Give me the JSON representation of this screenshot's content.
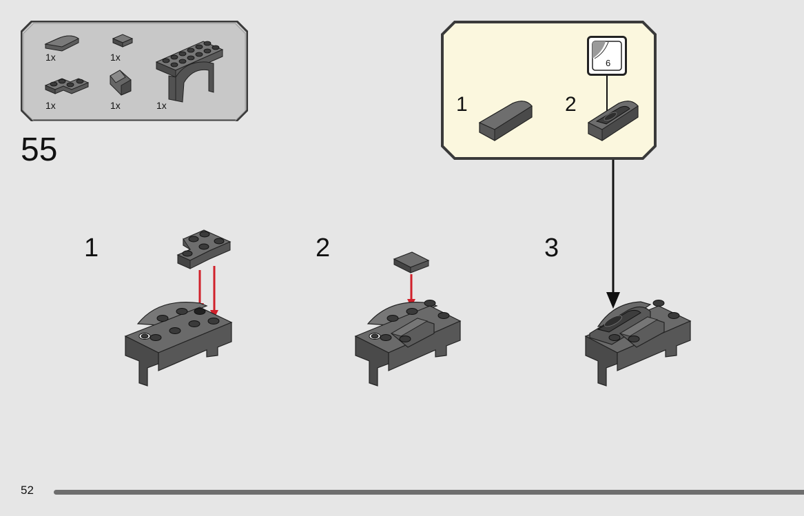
{
  "colors": {
    "page_bg": "#e6e6e6",
    "parts_panel_bg": "#c8c8c8",
    "sub_panel_bg": "#fbf7de",
    "panel_border": "#3a3a3a",
    "brick_dark_gray": "#5a5a5a",
    "arrow_red": "#d0202a",
    "arrow_black": "#111111"
  },
  "step": {
    "number": "55"
  },
  "parts_list": [
    {
      "icon": "curved-slope-1x2-icon",
      "qty": "1x"
    },
    {
      "icon": "tile-1x1-icon",
      "qty": "1x"
    },
    {
      "icon": "arch-1x6-icon",
      "qty": "1x"
    },
    {
      "icon": "plate-corner-2x2-icon",
      "qty": "1x"
    },
    {
      "icon": "slope-1x1-icon",
      "qty": "1x"
    }
  ],
  "substeps": [
    "1",
    "2",
    "3"
  ],
  "subassembly": {
    "steps": [
      "1",
      "2"
    ],
    "sticker_number": "6"
  },
  "footer": {
    "page_number": "52"
  }
}
